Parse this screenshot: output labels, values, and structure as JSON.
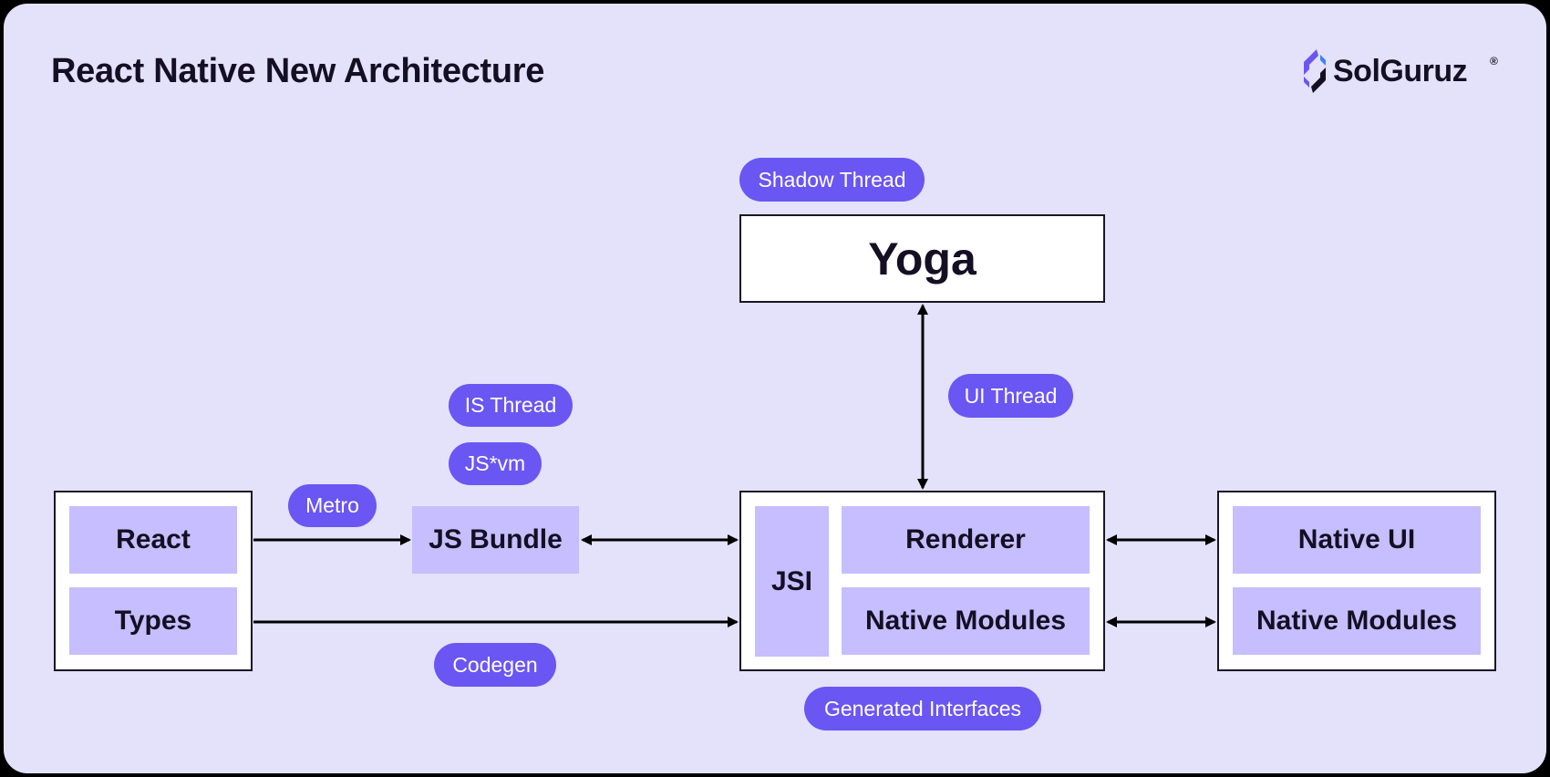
{
  "title": "React Native New Architecture",
  "logo": {
    "text": "SolGuruz",
    "registered": "®"
  },
  "nodes": {
    "react": "React",
    "types": "Types",
    "js_bundle": "JS Bundle",
    "jsi": "JSI",
    "renderer": "Renderer",
    "native_modules_core": "Native Modules",
    "native_ui": "Native UI",
    "native_modules_platform": "Native Modules",
    "yoga": "Yoga"
  },
  "labels": {
    "shadow_thread": "Shadow Thread",
    "ui_thread": "UI Thread",
    "js_thread": "IS Thread",
    "js_vm": "JS*vm",
    "metro": "Metro",
    "codegen": "Codegen",
    "generated_interfaces": "Generated Interfaces"
  },
  "colors": {
    "background": "#e4e1fb",
    "cell": "#c6beff",
    "pill": "#6a56f2",
    "text": "#140f22"
  }
}
